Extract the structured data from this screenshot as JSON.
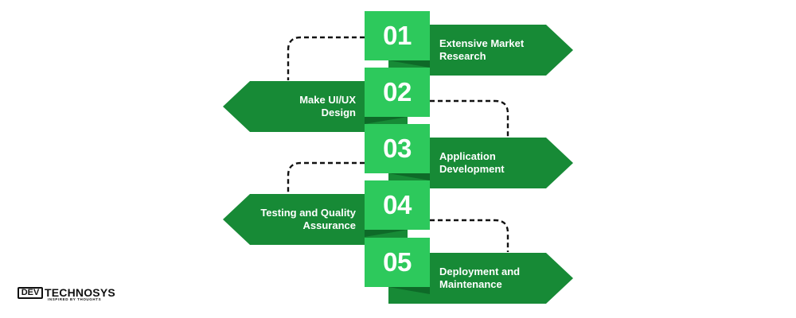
{
  "steps": [
    {
      "number": "01",
      "title_lines": [
        "Extensive Market",
        "Research"
      ],
      "side": "right"
    },
    {
      "number": "02",
      "title_lines": [
        "Make UI/UX",
        "Design"
      ],
      "side": "left"
    },
    {
      "number": "03",
      "title_lines": [
        "Application",
        "Development"
      ],
      "side": "right"
    },
    {
      "number": "04",
      "title_lines": [
        "Testing and Quality",
        "Assurance"
      ],
      "side": "left"
    },
    {
      "number": "05",
      "title_lines": [
        "Deployment and",
        "Maintenance"
      ],
      "side": "right"
    }
  ],
  "logo": {
    "dev": "DEV",
    "techno": "TECHNOSYS",
    "tagline": "INSPIRED BY THOUGHTS"
  },
  "colors": {
    "arrow_dark": "#178A36",
    "number_box": "#2DC95C",
    "connector": "#111111",
    "text": "#FFFFFF"
  }
}
